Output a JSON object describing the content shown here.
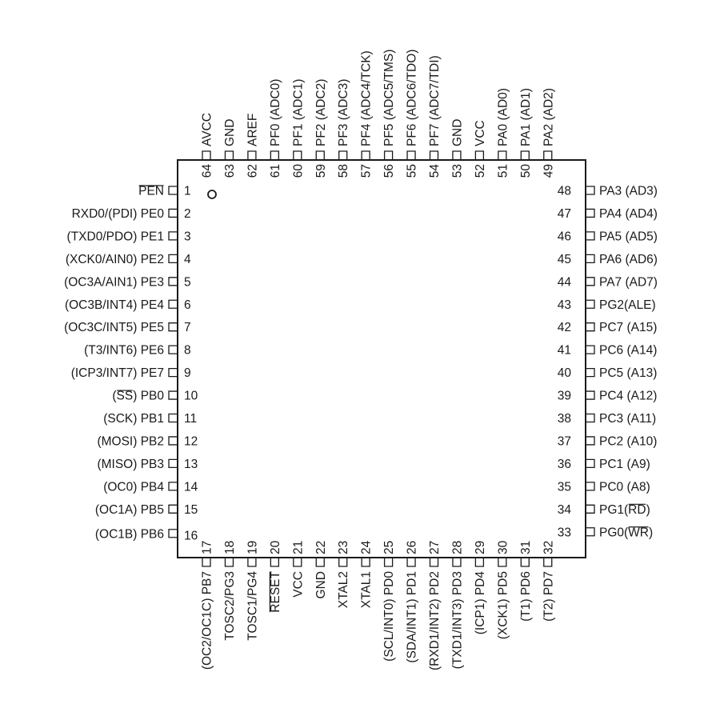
{
  "colors": {
    "ink": "#1a1a1a",
    "background": "#ffffff"
  },
  "pin1_marker": "circle",
  "pins": {
    "left": [
      {
        "num": "1",
        "label": "PEN",
        "overline": "PEN"
      },
      {
        "num": "2",
        "label": "RXD0/(PDI) PE0"
      },
      {
        "num": "3",
        "label": "(TXD0/PDO) PE1"
      },
      {
        "num": "4",
        "label": "(XCK0/AIN0) PE2"
      },
      {
        "num": "5",
        "label": "(OC3A/AIN1) PE3"
      },
      {
        "num": "6",
        "label": "(OC3B/INT4) PE4"
      },
      {
        "num": "7",
        "label": "(OC3C/INT5) PE5"
      },
      {
        "num": "8",
        "label": "(T3/INT6) PE6"
      },
      {
        "num": "9",
        "label": "(ICP3/INT7) PE7"
      },
      {
        "num": "10",
        "label": "(SS) PB0",
        "overline": "SS"
      },
      {
        "num": "11",
        "label": "(SCK) PB1"
      },
      {
        "num": "12",
        "label": "(MOSI) PB2"
      },
      {
        "num": "13",
        "label": "(MISO) PB3"
      },
      {
        "num": "14",
        "label": "(OC0) PB4"
      },
      {
        "num": "15",
        "label": "(OC1A) PB5"
      },
      {
        "num": "16",
        "label": "(OC1B) PB6"
      }
    ],
    "bottom": [
      {
        "num": "17",
        "label": "(OC2/OC1C) PB7"
      },
      {
        "num": "18",
        "label": "TOSC2/PG3"
      },
      {
        "num": "19",
        "label": "TOSC1/PG4"
      },
      {
        "num": "20",
        "label": "RESET",
        "overline": "RESET"
      },
      {
        "num": "21",
        "label": "VCC"
      },
      {
        "num": "22",
        "label": "GND"
      },
      {
        "num": "23",
        "label": "XTAL2"
      },
      {
        "num": "24",
        "label": "XTAL1"
      },
      {
        "num": "25",
        "label": "(SCL/INT0) PD0"
      },
      {
        "num": "26",
        "label": "(SDA/INT1) PD1"
      },
      {
        "num": "27",
        "label": "(RXD1/INT2) PD2"
      },
      {
        "num": "28",
        "label": "(TXD1/INT3) PD3"
      },
      {
        "num": "29",
        "label": "(ICP1) PD4"
      },
      {
        "num": "30",
        "label": "(XCK1) PD5"
      },
      {
        "num": "31",
        "label": "(T1) PD6"
      },
      {
        "num": "32",
        "label": "(T2) PD7"
      }
    ],
    "right": [
      {
        "num": "48",
        "label": "PA3 (AD3)"
      },
      {
        "num": "47",
        "label": "PA4 (AD4)"
      },
      {
        "num": "46",
        "label": "PA5 (AD5)"
      },
      {
        "num": "45",
        "label": "PA6 (AD6)"
      },
      {
        "num": "44",
        "label": "PA7 (AD7)"
      },
      {
        "num": "43",
        "label": "PG2(ALE)"
      },
      {
        "num": "42",
        "label": "PC7 (A15)"
      },
      {
        "num": "41",
        "label": "PC6 (A14)"
      },
      {
        "num": "40",
        "label": "PC5 (A13)"
      },
      {
        "num": "39",
        "label": "PC4 (A12)"
      },
      {
        "num": "38",
        "label": "PC3 (A11)"
      },
      {
        "num": "37",
        "label": "PC2 (A10)"
      },
      {
        "num": "36",
        "label": "PC1 (A9)"
      },
      {
        "num": "35",
        "label": "PC0 (A8)"
      },
      {
        "num": "34",
        "label": "PG1(RD)",
        "overline": "RD"
      },
      {
        "num": "33",
        "label": "PG0(WR)",
        "overline": "WR"
      }
    ],
    "top": [
      {
        "num": "64",
        "label": "AVCC"
      },
      {
        "num": "63",
        "label": "GND"
      },
      {
        "num": "62",
        "label": "AREF"
      },
      {
        "num": "61",
        "label": "PF0 (ADC0)"
      },
      {
        "num": "60",
        "label": "PF1 (ADC1)"
      },
      {
        "num": "59",
        "label": "PF2 (ADC2)"
      },
      {
        "num": "58",
        "label": "PF3 (ADC3)"
      },
      {
        "num": "57",
        "label": "PF4 (ADC4/TCK)"
      },
      {
        "num": "56",
        "label": "PF5 (ADC5/TMS)"
      },
      {
        "num": "55",
        "label": "PF6 (ADC6/TDO)"
      },
      {
        "num": "54",
        "label": "PF7 (ADC7/TDI)"
      },
      {
        "num": "53",
        "label": "GND"
      },
      {
        "num": "52",
        "label": "VCC"
      },
      {
        "num": "51",
        "label": "PA0 (AD0)"
      },
      {
        "num": "50",
        "label": "PA1 (AD1)"
      },
      {
        "num": "49",
        "label": "PA2 (AD2)"
      }
    ]
  }
}
